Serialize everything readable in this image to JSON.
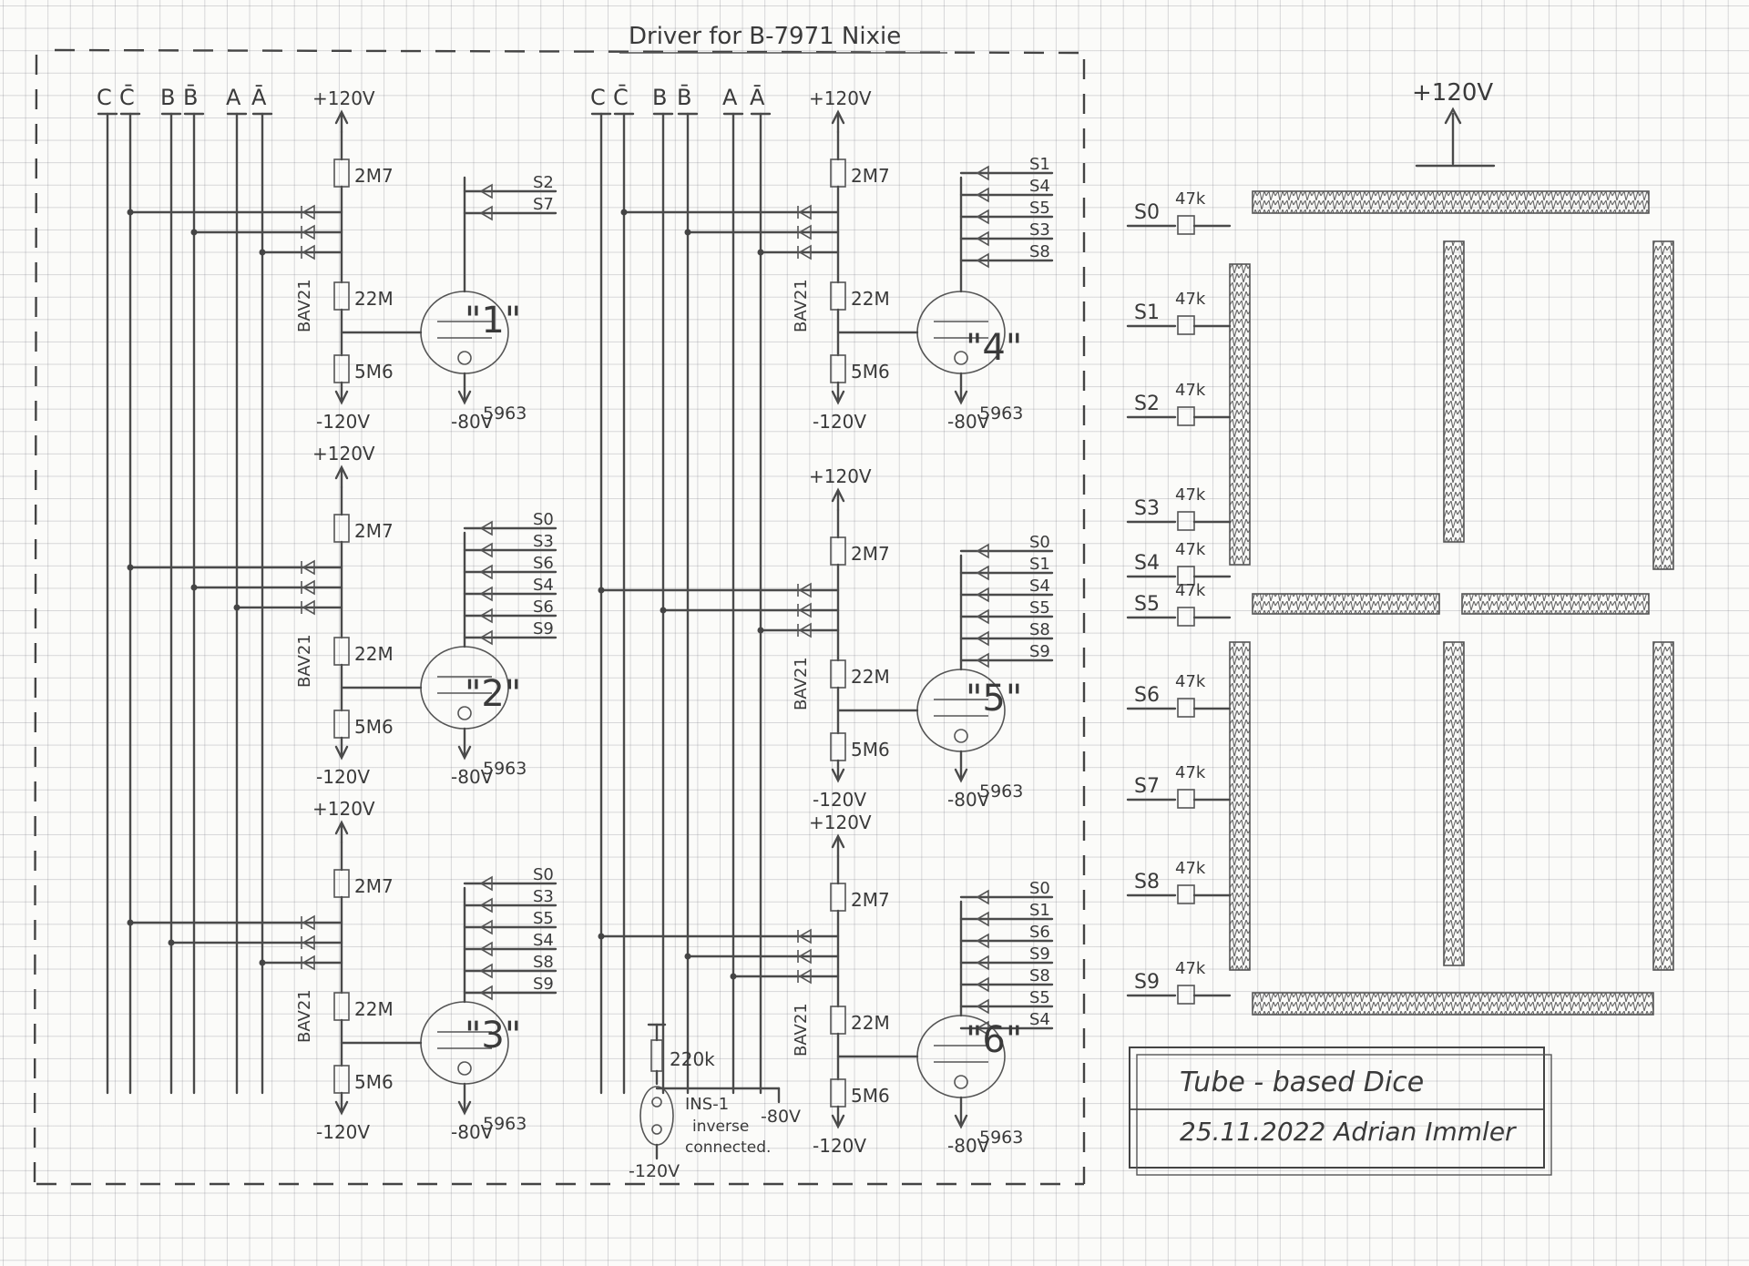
{
  "title": "Driver for B-7971 Nixie",
  "bus_labels": [
    "C",
    "C̄",
    "B",
    "B̄",
    "A",
    "Ā"
  ],
  "supplies": {
    "pos": "+120V",
    "neg": "-120V",
    "grid": "-80V"
  },
  "parts": {
    "r_top": "2M7",
    "r_mid": "22M",
    "r_bot": "5M6",
    "diode": "BAV21",
    "tube": "5963"
  },
  "cells": [
    {
      "digit": "\"1\"",
      "segs": [
        "S2",
        "S7"
      ]
    },
    {
      "digit": "\"2\"",
      "segs": [
        "S0",
        "S3",
        "S6",
        "S4",
        "S6",
        "S9"
      ]
    },
    {
      "digit": "\"3\"",
      "segs": [
        "S0",
        "S3",
        "S5",
        "S4",
        "S8",
        "S9"
      ]
    },
    {
      "digit": "\"4\"",
      "segs": [
        "S1",
        "S4",
        "S5",
        "S3",
        "S8"
      ]
    },
    {
      "digit": "\"5\"",
      "segs": [
        "S0",
        "S1",
        "S4",
        "S5",
        "S8",
        "S9"
      ]
    },
    {
      "digit": "\"6\"",
      "segs": [
        "S0",
        "S1",
        "S6",
        "S9",
        "S8",
        "S5",
        "S4"
      ]
    }
  ],
  "neon": {
    "resistor": "220k",
    "tube": "INS-1",
    "note1": "inverse",
    "note2": "connected.",
    "neg": "-80V",
    "neg2": "-120V"
  },
  "display": {
    "supply": "+120V",
    "seg_inputs": [
      "S0",
      "S1",
      "S2",
      "S3",
      "S4",
      "S5",
      "S6",
      "S7",
      "S8",
      "S9"
    ],
    "seg_resistor": "47k"
  },
  "title_block": {
    "line1": "Tube - based Dice",
    "line2": "25.11.2022 Adrian Immler"
  }
}
